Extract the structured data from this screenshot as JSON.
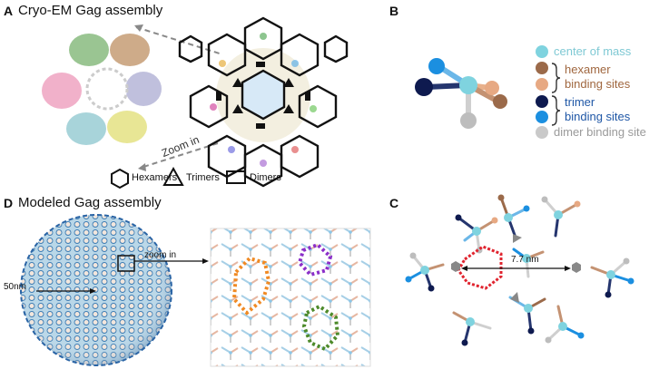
{
  "panels": {
    "a": {
      "letter": "A",
      "title": "Cryo-EM Gag assembly",
      "zoom_label": "Zoom in",
      "legend": {
        "hexamers": "Hexamers",
        "trimers": "Trimers",
        "dimers": "Dimers"
      }
    },
    "b": {
      "letter": "B",
      "legend": {
        "center_of_mass": "center of mass",
        "hexamer_line1": "hexamer",
        "hexamer_line2": "binding sites",
        "trimer_line1": "trimer",
        "trimer_line2": "binding sites",
        "dimer": "dimer binding site"
      }
    },
    "c": {
      "letter": "C",
      "distance_label": "7.7 nm"
    },
    "d": {
      "letter": "D",
      "title": "Modeled Gag assembly",
      "scale_label": "50nm",
      "zoom_label": "zoom in"
    }
  },
  "colors": {
    "center_of_mass": "#7fd3df",
    "hexamer_dark": "#9b6a4a",
    "hexamer_light": "#e7a983",
    "trimer_dark": "#0e1a4f",
    "trimer_light": "#1b8fe0",
    "dimer": "#bdbdbd",
    "hexamer_text": "#a0673f",
    "trimer_text": "#1f57a6",
    "dimer_text": "#9a9a9a",
    "highlight_red": "#e0242f",
    "highlight_orange": "#f08a24",
    "highlight_purple": "#8b2fc9",
    "highlight_green": "#4d8a2a"
  }
}
